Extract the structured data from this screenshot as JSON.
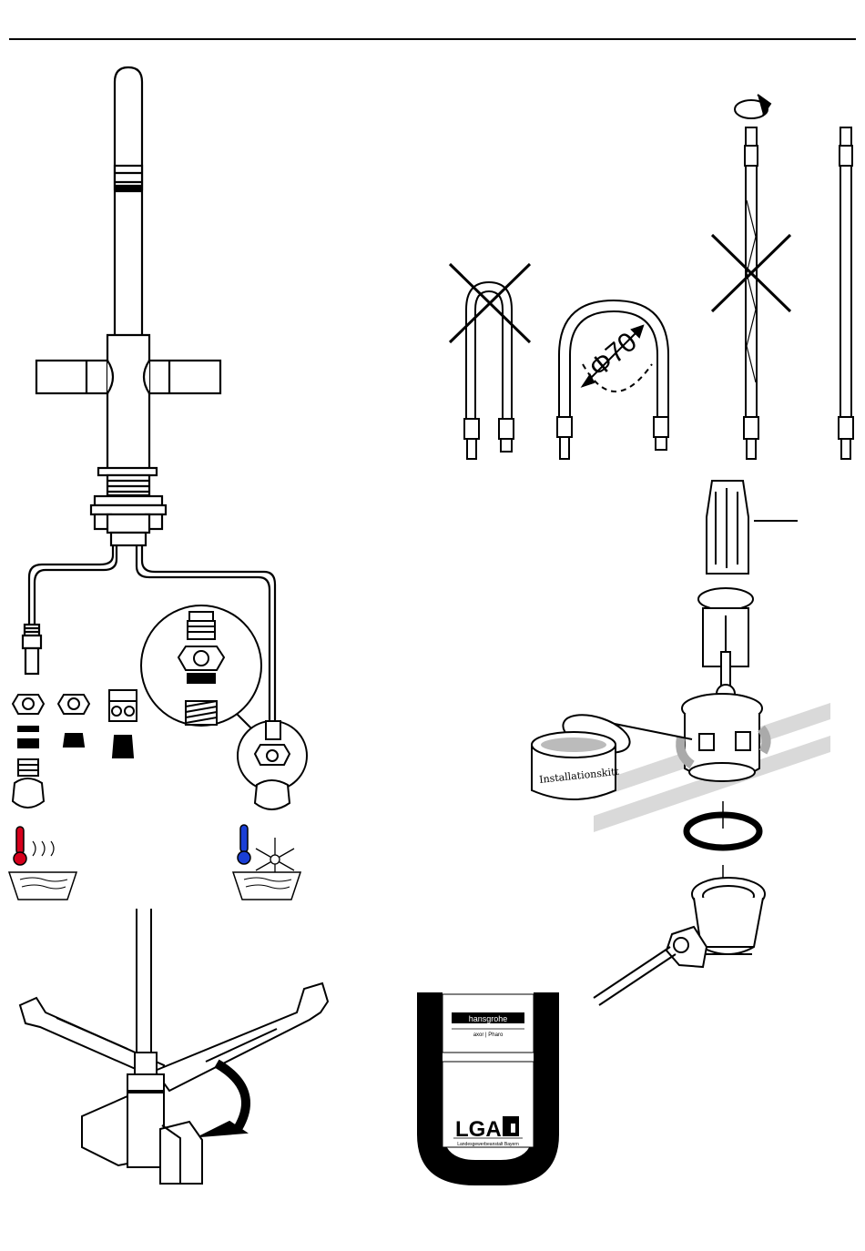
{
  "diameter_label": "Φ70",
  "putty_can_label": "Installationskitt",
  "badge": {
    "brand": "hansgrohe",
    "sub_brands": "axor | Pharo",
    "cert_mark": "LGA",
    "cert_authority": "Landesgewerbeanstalt Bayern"
  },
  "colors": {
    "hot": "#d6001c",
    "cold": "#1a3fd6",
    "line": "#000000",
    "rail": "#d9d9d9"
  },
  "icons": {
    "hot": "thermometer-hot-icon",
    "cold": "snowflake-cold-icon",
    "rotate": "rotate-arrow-icon"
  }
}
